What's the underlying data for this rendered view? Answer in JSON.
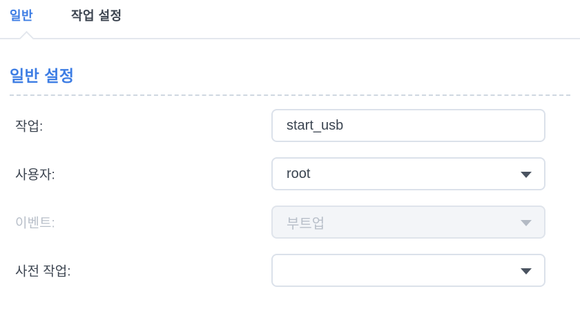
{
  "tabs": {
    "general": {
      "label": "일반",
      "active": true
    },
    "settings": {
      "label": "작업 설정",
      "active": false
    }
  },
  "section": {
    "heading": "일반 설정"
  },
  "form": {
    "task": {
      "label": "작업:",
      "value": "start_usb",
      "type": "text",
      "disabled": false
    },
    "user": {
      "label": "사용자:",
      "value": "root",
      "type": "select",
      "disabled": false
    },
    "event": {
      "label": "이벤트:",
      "value": "부트업",
      "type": "select",
      "disabled": true
    },
    "pretask": {
      "label": "사전 작업:",
      "value": "",
      "type": "select",
      "disabled": false
    }
  },
  "colors": {
    "accent_blue": "#3d7de4",
    "text_dark": "#3c4450",
    "text_disabled": "#b8bfc9",
    "field_border": "#dbe1ea",
    "disabled_bg": "#f3f5f8",
    "divider": "#e3e7ed",
    "dashed_separator": "#cfd7e1"
  }
}
